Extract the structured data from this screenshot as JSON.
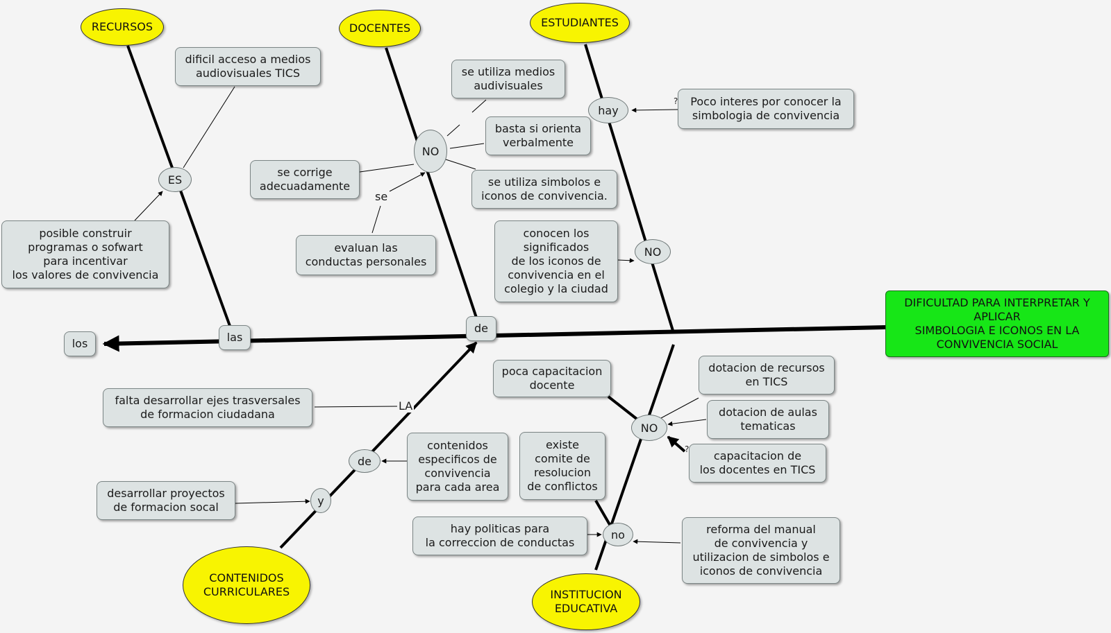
{
  "effect": "DIFICULTAD PARA INTERPRETAR Y\nAPLICAR\nSIMBOLOGIA E ICONOS EN LA\nCONVIVENCIA SOCIAL",
  "categories": {
    "recursos": "RECURSOS",
    "docentes": "DOCENTES",
    "estudiantes": "ESTUDIANTES",
    "contenidos": "CONTENIDOS\nCURRICULARES",
    "institucion": "INSTITUCION\nEDUCATIVA"
  },
  "connectors": {
    "los": "los",
    "las": "las",
    "de_top": "de",
    "es": "ES",
    "no_docentes": "NO",
    "se": "se",
    "hay": "hay",
    "no_estudiantes": "NO",
    "la": "LA",
    "de_bottom": "de",
    "y": "y",
    "no_institucion": "NO",
    "no_small": "no",
    "q1": "?",
    "q2": "?"
  },
  "boxes": {
    "dificil_acceso": "dificil acceso a medios\naudiovisuales TICS",
    "posible_construir": "posible construir\nprogramas o sofwart\npara incentivar\nlos valores de convivencia",
    "se_utiliza_medios": "se utiliza medios\naudivisuales",
    "basta_orienta": "basta si orienta\nverbalmente",
    "se_corrige": "se corrige\nadecuadamente",
    "se_utiliza_simbolos": "se utiliza simbolos e\niconos de convivencia.",
    "evaluan": "evaluan las\nconductas personales",
    "poco_interes": "Poco interes por conocer la\nsimbologia de convivencia",
    "conocen": "conocen los\nsignificados\nde los iconos de\nconvivencia en el\ncolegio y la ciudad",
    "poca_capacitacion": "poca capacitacion\ndocente",
    "dotacion_recursos": "dotacion de recursos\nen TICS",
    "dotacion_aulas": "dotacion de aulas\ntematicas",
    "capacitacion_docentes": "capacitacion de\nlos docentes en TICS",
    "falta_desarrollar": "falta desarrollar ejes trasversales\nde formacion ciudadana",
    "contenidos_especificos": "contenidos\nespecificos de\nconvivencia\npara cada area",
    "existe_comite": "existe\ncomite de\nresolucion\nde conflictos",
    "desarrollar_proyectos": "desarrollar proyectos\nde formacion socal",
    "hay_politicas": "hay politicas para\nla correccion de conductas",
    "reforma_manual": "reforma del manual\nde convivencia y\nutilizacion de simbolos e\niconos de convivencia"
  },
  "colors": {
    "background": "#f4f4f4",
    "node_fill": "#dde3e3",
    "category_fill": "#f8f401",
    "effect_fill": "#17e617",
    "line": "#000000"
  }
}
